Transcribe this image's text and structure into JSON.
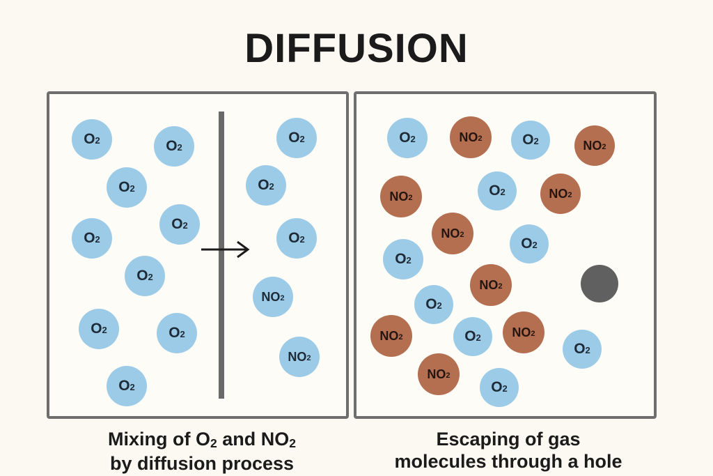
{
  "title": "DIFFUSION",
  "labels": {
    "o2_base": "O",
    "no2_base": "NO",
    "subscript": "2"
  },
  "captions": {
    "left": {
      "line1_a": "Mixing of O",
      "line1_sub": "2",
      "line1_b": " and NO",
      "line1_sub2": "2",
      "line2": "by diffusion process"
    },
    "right": {
      "line1": "Escaping of gas",
      "line2": "molecules through a hole"
    }
  },
  "colors": {
    "o2": "#9ccbe8",
    "no2": "#b46e50",
    "border": "#6e6e6e",
    "hole": "#606060"
  },
  "icons": [
    "arrow-right-icon"
  ]
}
